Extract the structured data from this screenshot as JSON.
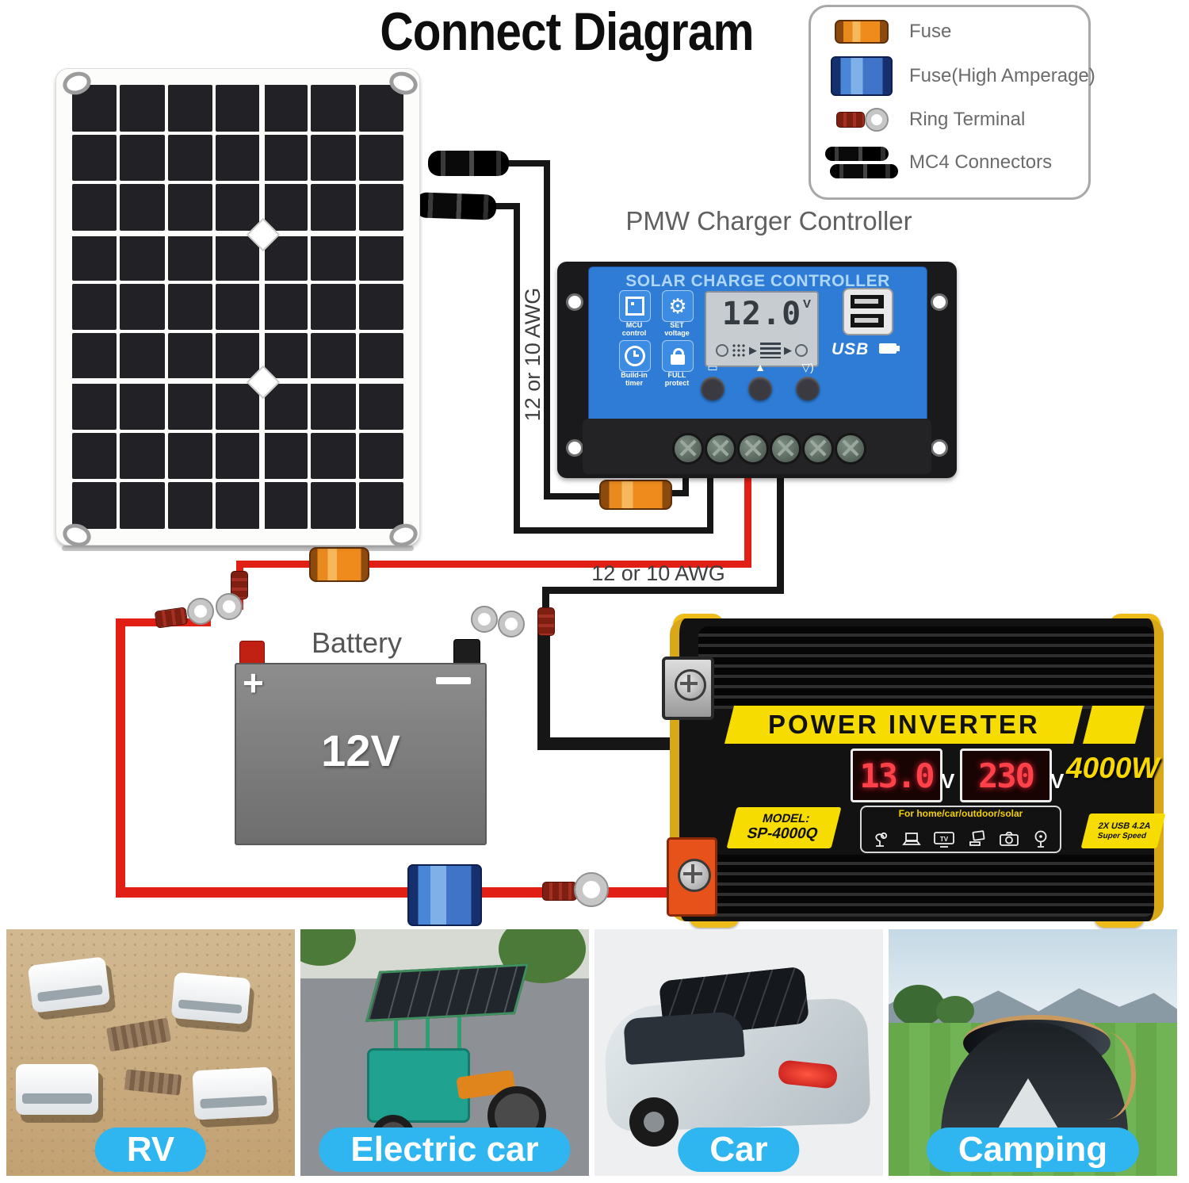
{
  "title": "Connect Diagram",
  "legend": {
    "items": [
      {
        "label": "Fuse"
      },
      {
        "label": "Fuse(High Amperage)"
      },
      {
        "label": "Ring Terminal"
      },
      {
        "label": "MC4 Connectors"
      }
    ]
  },
  "controller": {
    "caption": "PMW Charger Controller",
    "title": "SOLAR CHARGE CONTROLLER",
    "lcd_value": "12.0",
    "lcd_unit": "V",
    "usb_label": "USB",
    "tiles": [
      {
        "line1": "MCU",
        "line2": "control"
      },
      {
        "line1": "SET",
        "line2": "voltage"
      },
      {
        "line1": "Build-in",
        "line2": "timer"
      },
      {
        "line1": "FULL",
        "line2": "protect"
      }
    ]
  },
  "wiring": {
    "awg_left": "12 or 10 AWG",
    "awg_bottom": "12 or 10 AWG"
  },
  "battery": {
    "caption": "Battery",
    "voltage": "12V",
    "positive": "+"
  },
  "inverter": {
    "title": "POWER INVERTER",
    "input_voltage": "13.0",
    "input_unit": "V",
    "output_voltage": "230",
    "output_unit": "V",
    "power": "4000W",
    "model_label": "MODEL:",
    "model_value": "SP-4000Q",
    "usage": "For home/car/outdoor/solar",
    "tv_label": "TV",
    "usb_badge_line1": "2X USB 4.2A",
    "usb_badge_line2": "Super Speed"
  },
  "photos": [
    {
      "label": "RV"
    },
    {
      "label": "Electric car"
    },
    {
      "label": "Car"
    },
    {
      "label": "Camping"
    }
  ],
  "colors": {
    "label_pill": "#2fb5ef",
    "controller_blue": "#2e7cd6",
    "inverter_yellow": "#f6dc00",
    "wire_red": "#e21f14",
    "led_red": "#ff4249",
    "fuse_orange": "#ef8b1d",
    "fuse_blue": "#4a86d8"
  }
}
